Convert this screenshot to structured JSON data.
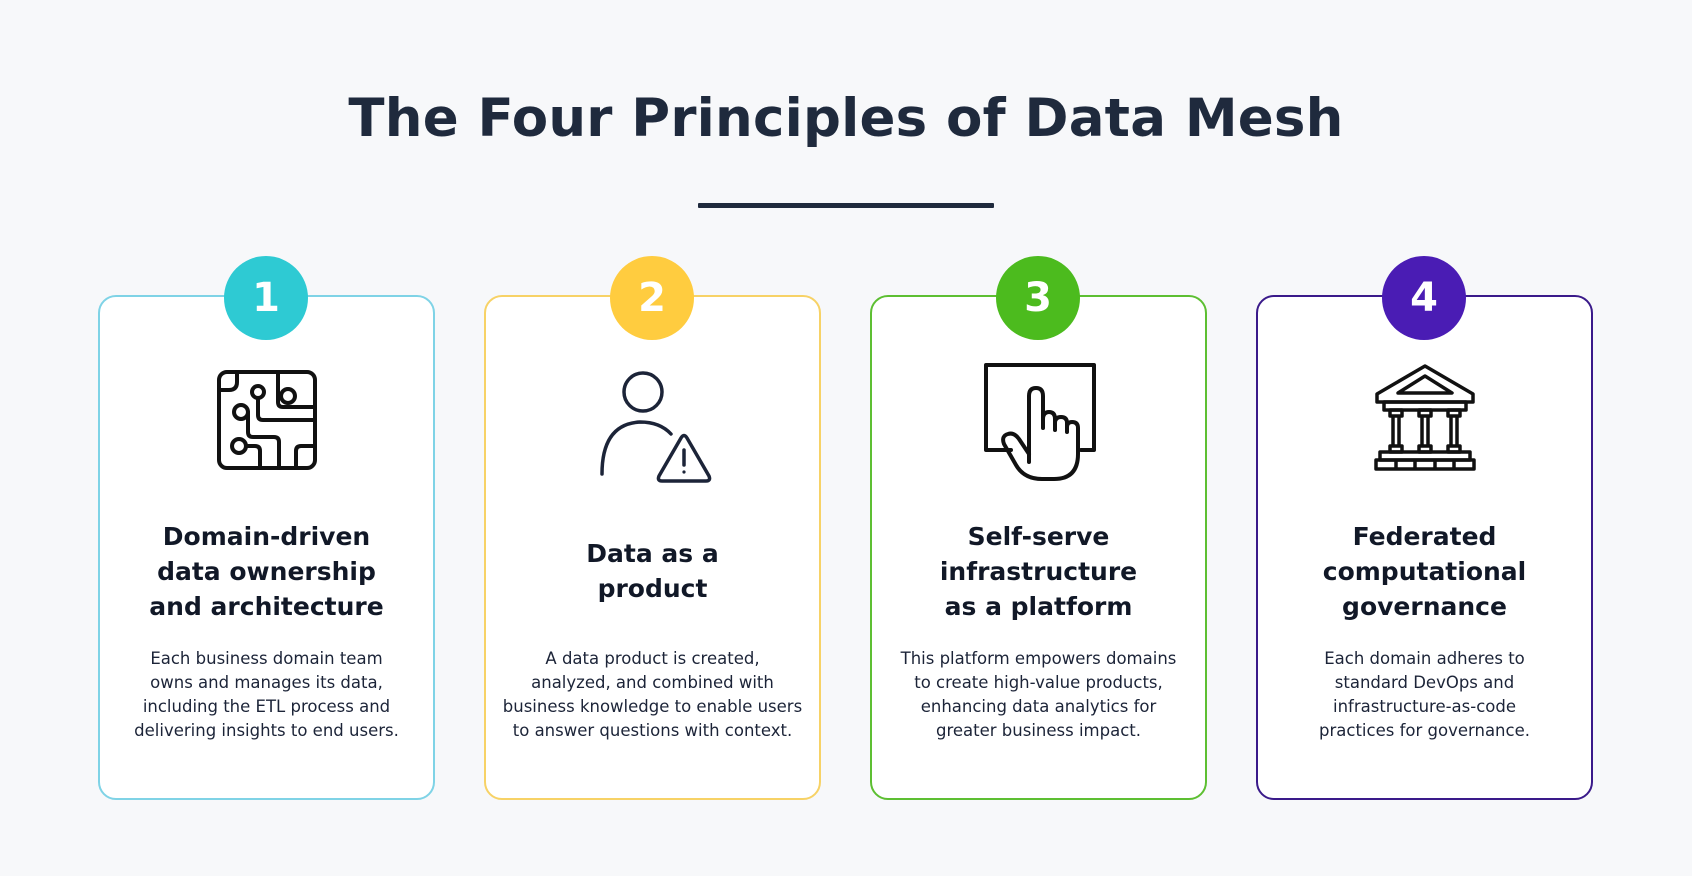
{
  "title": "The Four Principles of Data Mesh",
  "principles": [
    {
      "number": "1",
      "color": "#2ecad3",
      "border_color": "#7fd3e6",
      "icon": "circuit-board-icon",
      "title": "Domain-driven\ndata ownership\nand architecture",
      "description": "Each business domain team\nowns and manages its data,\nincluding the ETL process and\ndelivering insights to end users."
    },
    {
      "number": "2",
      "color": "#ffcc3f",
      "border_color": "#f7d266",
      "icon": "user-warning-icon",
      "title": "Data as a\nproduct",
      "description": "A data product is created,\nanalyzed, and combined with\nbusiness knowledge to enable users\nto answer questions with context."
    },
    {
      "number": "3",
      "color": "#4cbb1e",
      "border_color": "#5dbf32",
      "icon": "touchscreen-hand-icon",
      "title": "Self-serve\ninfrastructure\nas a platform",
      "description": "This platform empowers domains\nto create high-value products,\nenhancing data analytics for\ngreater business impact."
    },
    {
      "number": "4",
      "color": "#4a1cb4",
      "border_color": "#3a1a8a",
      "icon": "government-building-icon",
      "title": "Federated\ncomputational\ngovernance",
      "description": "Each domain adheres to\nstandard DevOps and\ninfrastructure-as-code\npractices for governance."
    }
  ]
}
